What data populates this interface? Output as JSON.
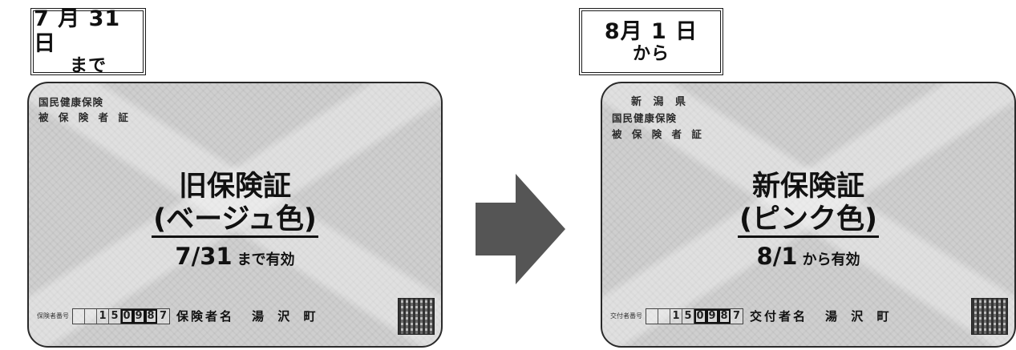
{
  "old": {
    "date_label": {
      "line1": "7 月 31 日",
      "line2": "まで"
    },
    "card": {
      "header_line1": "国民健康保険",
      "header_line2": "被 保 険 者 証",
      "title": "旧保険証",
      "color": "(ベージュ色)",
      "validity_date": "7/31",
      "validity_suffix": "まで有効",
      "number_label": "保険者番号",
      "number_digits": [
        "",
        "",
        "1",
        "5",
        "0",
        "9",
        "8",
        "7"
      ],
      "insurer_label": "保険者名",
      "town": "湯 沢 町"
    }
  },
  "new": {
    "date_label": {
      "line1": "8月 1 日",
      "line2": "から"
    },
    "card": {
      "prefecture": "新 潟 県",
      "header_line1": "国民健康保険",
      "header_line2": "被 保 険 者 証",
      "title": "新保険証",
      "color": "(ピンク色)",
      "validity_date": "8/1",
      "validity_suffix": "から有効",
      "number_label": "交付者番号",
      "number_digits": [
        "",
        "",
        "1",
        "5",
        "0",
        "9",
        "8",
        "7"
      ],
      "insurer_label": "交付者名",
      "town": "湯 沢 町"
    }
  },
  "arrow": {
    "icon": "right-arrow-icon",
    "color": "#555555"
  },
  "colors": {
    "card_bg": "#cfcfcf",
    "border": "#1a1a1a"
  }
}
